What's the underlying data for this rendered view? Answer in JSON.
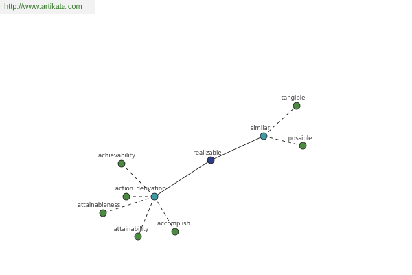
{
  "source": {
    "url_text": "http://www.artikata.com"
  },
  "graph": {
    "colors": {
      "center": "#2e3e84",
      "hub": "#3f9aa6",
      "leaf": "#4d8a41",
      "node_stroke": "#1f1f1f",
      "edge": "#1a1a1a"
    },
    "nodes": [
      {
        "id": "realizable",
        "label": "realizable",
        "kind": "center"
      },
      {
        "id": "similar",
        "label": "similar",
        "kind": "hub"
      },
      {
        "id": "derivation",
        "label": "derivation",
        "kind": "hub"
      },
      {
        "id": "tangible",
        "label": "tangible",
        "kind": "leaf"
      },
      {
        "id": "possible",
        "label": "possible",
        "kind": "leaf"
      },
      {
        "id": "achievability",
        "label": "achievability",
        "kind": "leaf"
      },
      {
        "id": "action",
        "label": "action",
        "kind": "leaf"
      },
      {
        "id": "attainableness",
        "label": "attainableness",
        "kind": "leaf"
      },
      {
        "id": "attainability",
        "label": "attainability",
        "kind": "leaf"
      },
      {
        "id": "accomplish",
        "label": "accomplish",
        "kind": "leaf"
      }
    ],
    "edges": [
      {
        "from": "realizable",
        "to": "similar",
        "style": "solid"
      },
      {
        "from": "realizable",
        "to": "derivation",
        "style": "solid"
      },
      {
        "from": "similar",
        "to": "tangible",
        "style": "dashed"
      },
      {
        "from": "similar",
        "to": "possible",
        "style": "dashed"
      },
      {
        "from": "derivation",
        "to": "achievability",
        "style": "dashed"
      },
      {
        "from": "derivation",
        "to": "action",
        "style": "dashed"
      },
      {
        "from": "derivation",
        "to": "attainableness",
        "style": "dashed"
      },
      {
        "from": "derivation",
        "to": "attainability",
        "style": "dashed"
      },
      {
        "from": "derivation",
        "to": "accomplish",
        "style": "dashed"
      }
    ]
  }
}
